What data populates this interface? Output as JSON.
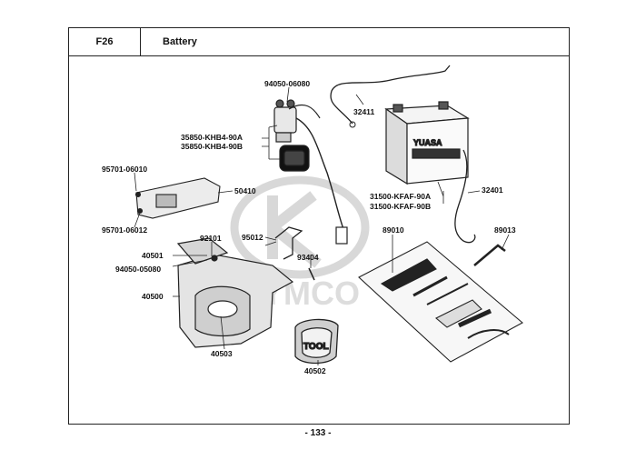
{
  "header": {
    "code": "F26",
    "title": "Battery"
  },
  "page_number": "- 133 -",
  "watermark": "KYMCO",
  "battery_label": "YUASA",
  "parts": {
    "p94050_06080": "94050-06080",
    "p35850_a": "35850-KHB4-90A",
    "p35850_b": "35850-KHB4-90B",
    "p32411": "32411",
    "p95701_06010": "95701-06010",
    "p50410": "50410",
    "p95701_06012": "95701-06012",
    "p31500_a": "31500-KFAF-90A",
    "p31500_b": "31500-KFAF-90B",
    "p32401": "32401",
    "p92101": "92101",
    "p95012": "95012",
    "p89010": "89010",
    "p89013": "89013",
    "p40501": "40501",
    "p94050_05080": "94050-05080",
    "p93404": "93404",
    "p40500": "40500",
    "p40503": "40503",
    "p40502": "40502",
    "tool_text": "TOOL"
  }
}
